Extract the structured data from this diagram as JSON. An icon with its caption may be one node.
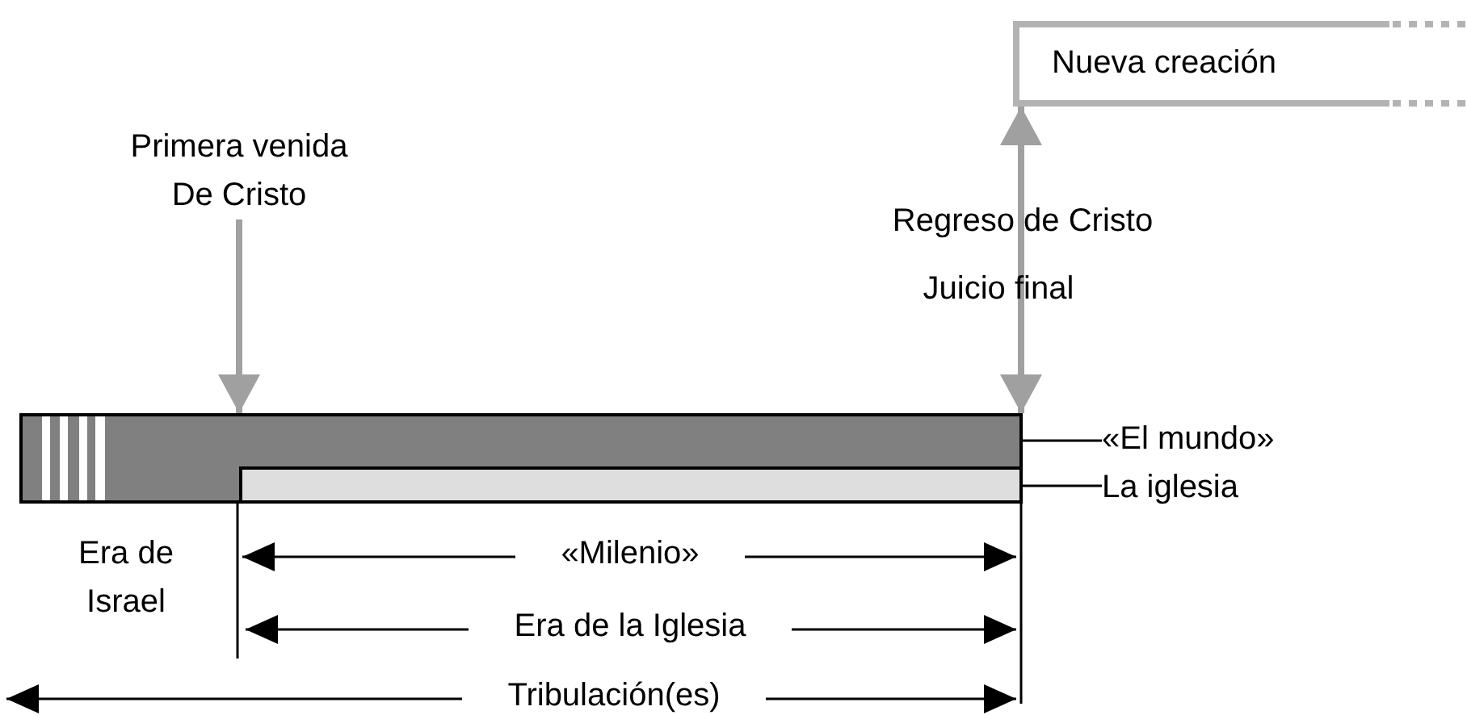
{
  "diagram": {
    "nodes": [
      {
        "text": [
          "Nueva creación"
        ]
      },
      {
        "text": [
          "Primera venida De Cristo"
        ]
      },
      {
        "text": [],
        "shape": "bar"
      },
      {
        "text": [
          "«El mundo»"
        ]
      },
      {
        "text": [],
        "shape": "bar",
        "in": 2
      },
      {
        "text": [
          "La iglesia"
        ]
      }
    ],
    "edges": [
      {
        "from": 1,
        "to": 2,
        "arrow": "to",
        "style": "thick",
        "color": "#a0a0a0"
      },
      {
        "from": 2,
        "to": 0,
        "arrow": "both",
        "style": "thick",
        "color": "#a0a0a0"
      },
      {
        "from": 3,
        "to": 2,
        "arrow": "none",
        "color": "#000000"
      },
      {
        "from": 5,
        "to": 4,
        "arrow": "none",
        "color": "#000000"
      }
    ],
    "labels": [
      "Regreso de Cristo",
      "Juicio final",
      "Era de Israel",
      "«Milenio»",
      "Era de la Iglesia",
      "Tribulación(es)"
    ]
  }
}
